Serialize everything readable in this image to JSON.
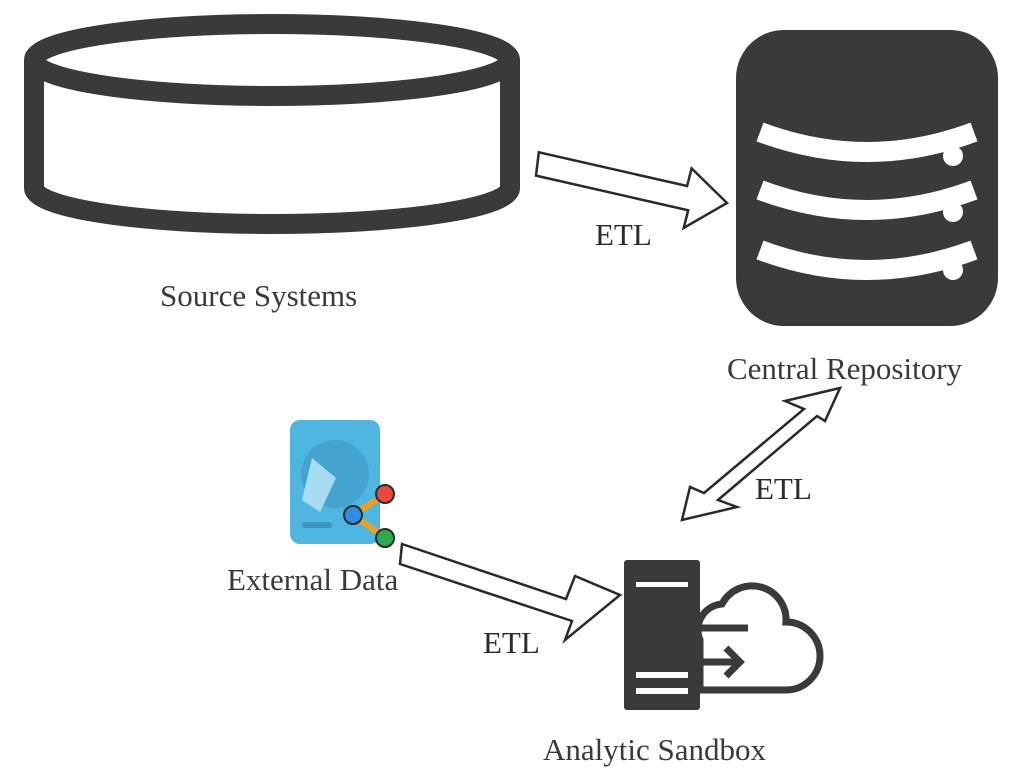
{
  "nodes": {
    "source_systems": {
      "label": "Source Systems"
    },
    "central_repository": {
      "label": "Central Repository"
    },
    "external_data": {
      "label": "External Data"
    },
    "analytic_sandbox": {
      "label": "Analytic Sandbox"
    }
  },
  "edges": [
    {
      "from": "source_systems",
      "to": "central_repository",
      "label": "ETL"
    },
    {
      "from": "central_repository",
      "to": "analytic_sandbox",
      "label": "ETL",
      "bidirectional": true
    },
    {
      "from": "external_data",
      "to": "analytic_sandbox",
      "label": "ETL"
    }
  ],
  "colors": {
    "icon_dark": "#3a3a3a",
    "drive_blue": "#4fb6e2",
    "drive_light": "#a7dcf1",
    "share_red": "#e8483f",
    "share_blue": "#2e8ee6",
    "share_green": "#2eaa4e",
    "share_link": "#f0a020"
  }
}
